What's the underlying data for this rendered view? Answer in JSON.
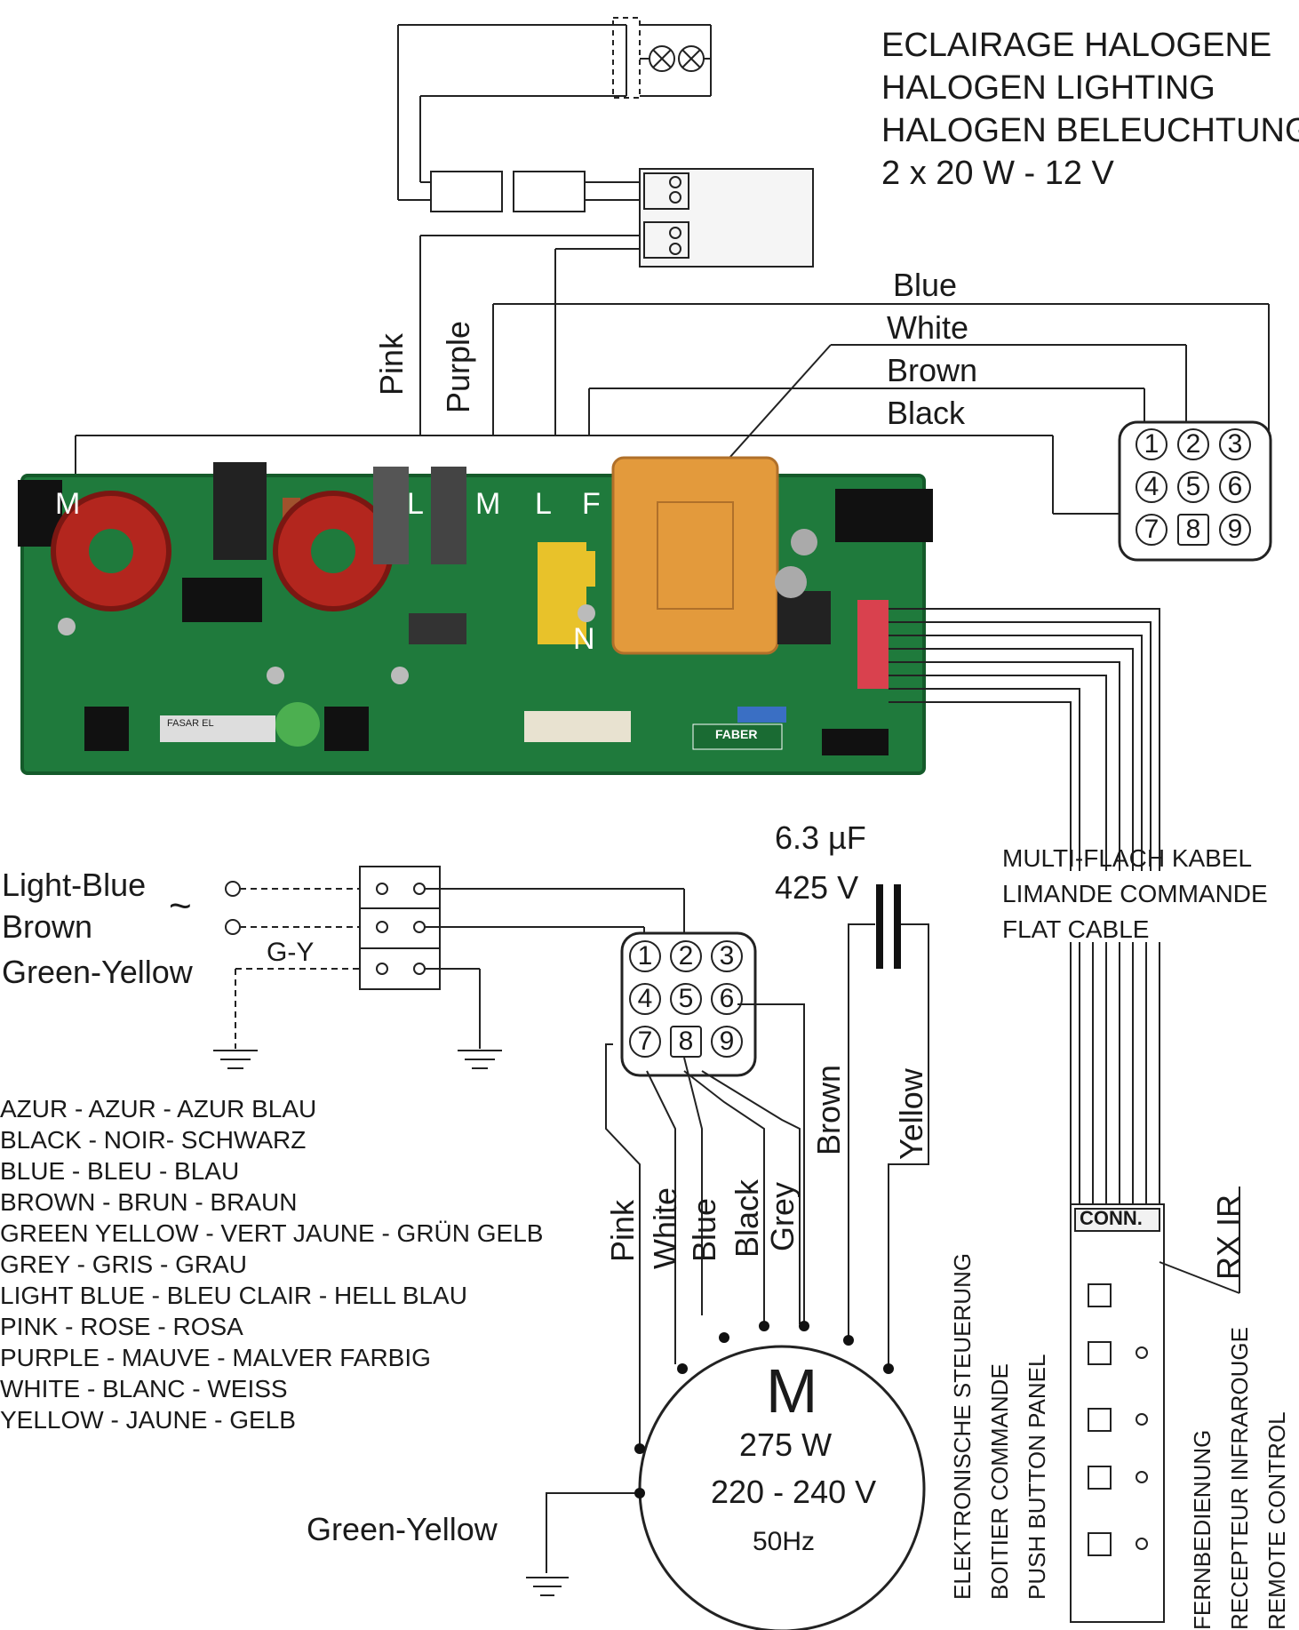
{
  "header": {
    "lines": [
      "ECLAIRAGE HALOGENE",
      "HALOGEN LIGHTING",
      "HALOGEN BELEUCHTUNG",
      "2 x 20 W - 12 V"
    ]
  },
  "top_wires": {
    "blue": "Blue",
    "white": "White",
    "brown": "Brown",
    "black": "Black",
    "pink": "Pink",
    "purple": "Purple"
  },
  "board_labels": {
    "m1": "M",
    "l1": "L",
    "m2": "M",
    "l2": "L",
    "f": "F",
    "n": "N",
    "silk1": "FASAR EL",
    "silk2": "FABER"
  },
  "connectors": {
    "pins": [
      "1",
      "2",
      "3",
      "4",
      "5",
      "6",
      "7",
      "8",
      "9"
    ]
  },
  "supply": {
    "light_blue": "Light-Blue",
    "brown": "Brown",
    "green_yellow": "Green-Yellow",
    "gy": "G-Y",
    "ac": "~"
  },
  "capacitor": {
    "capacitance": "6.3 µF",
    "voltage": "425 V"
  },
  "flat_cable": {
    "lines": [
      "MULTI-FLACH KABEL",
      "LIMANDE COMMANDE",
      "FLAT CABLE"
    ]
  },
  "motor_wires": {
    "pink": "Pink",
    "white": "White",
    "blue": "Blue",
    "black": "Black",
    "grey": "Grey",
    "brown": "Brown",
    "yellow": "Yellow"
  },
  "motor": {
    "symbol": "M",
    "power": "275 W",
    "voltage": "220 - 240 V",
    "frequency": "50Hz",
    "ground_label": "Green-Yellow"
  },
  "legend": [
    "AZUR - AZUR - AZUR BLAU",
    "BLACK - NOIR- SCHWARZ",
    "BLUE - BLEU - BLAU",
    "BROWN - BRUN - BRAUN",
    "GREEN YELLOW - VERT JAUNE - GRÜN GELB",
    "GREY - GRIS - GRAU",
    "LIGHT BLUE - BLEU CLAIR - HELL BLAU",
    "PINK - ROSE - ROSA",
    "PURPLE - MAUVE - MALVER FARBIG",
    "WHITE - BLANC - WEISS",
    "YELLOW - JAUNE - GELB"
  ],
  "panel": {
    "conn": "CONN.",
    "rx_ir": "RX IR",
    "push_lines": [
      "ELEKTRONISCHE STEUERUNG",
      "BOITIER COMMANDE",
      "PUSH BUTTON PANEL"
    ],
    "remote_lines": [
      "FERNBEDIENUNG",
      "RECEPTEUR INFRAROUGE",
      "REMOTE CONTROL"
    ]
  },
  "colors": {
    "pcb": "#1f7a3c",
    "coil": "#b3261e",
    "transformer": "#e39a3c",
    "capacitor_yellow": "#e8c22a",
    "ribbon": "#d9414e"
  }
}
